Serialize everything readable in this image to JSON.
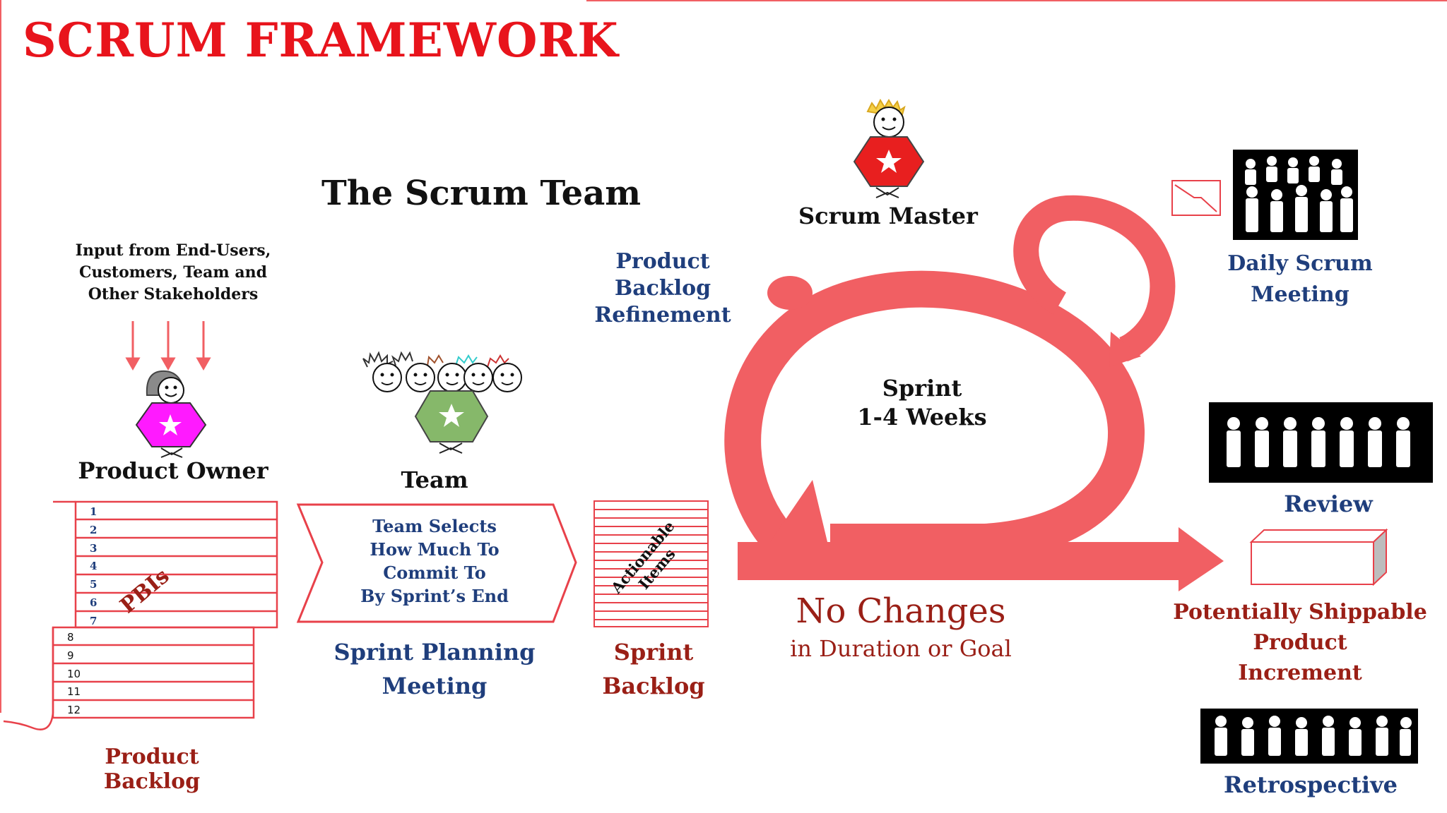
{
  "title": "SCRUM FRAMEWORK",
  "scrum_team_heading": "The Scrum Team",
  "input_label": [
    "Input from End-Users,",
    "Customers, Team and",
    "Other Stakeholders"
  ],
  "roles": {
    "product_owner": "Product Owner",
    "team": "Team",
    "scrum_master": "Scrum Master"
  },
  "refinement": [
    "Product",
    "Backlog",
    "Refinement"
  ],
  "sprint": [
    "Sprint",
    "1-4 Weeks"
  ],
  "daily_scrum": [
    "Daily Scrum",
    "Meeting"
  ],
  "review": "Review",
  "retrospective": "Retrospective",
  "increment": [
    "Potentially Shippable",
    "Product",
    "Increment"
  ],
  "no_changes": {
    "title": "No Changes",
    "subtitle": "in Duration or Goal"
  },
  "planning_box": [
    "Team Selects",
    "How Much To",
    "Commit To",
    "By Sprint’s End"
  ],
  "planning_label": [
    "Sprint Planning",
    "Meeting"
  ],
  "sprint_backlog_label": [
    "Sprint",
    "Backlog"
  ],
  "sprint_backlog_note": [
    "Actionable",
    "Items"
  ],
  "product_backlog_label": "Product Backlog",
  "pbis_label": "PBIs",
  "backlog_items_top": [
    "1",
    "2",
    "3",
    "4",
    "5",
    "6",
    "7"
  ],
  "backlog_items_bottom": [
    "8",
    "9",
    "10",
    "11",
    "12"
  ],
  "colors": {
    "title_red": "#e8141c",
    "dark_red": "#9a1f16",
    "navy": "#1f3e7c",
    "salmon": "#f15f63",
    "magenta": "#ff1aff",
    "green": "#86b86a",
    "red_shirt": "#e81f1f"
  }
}
